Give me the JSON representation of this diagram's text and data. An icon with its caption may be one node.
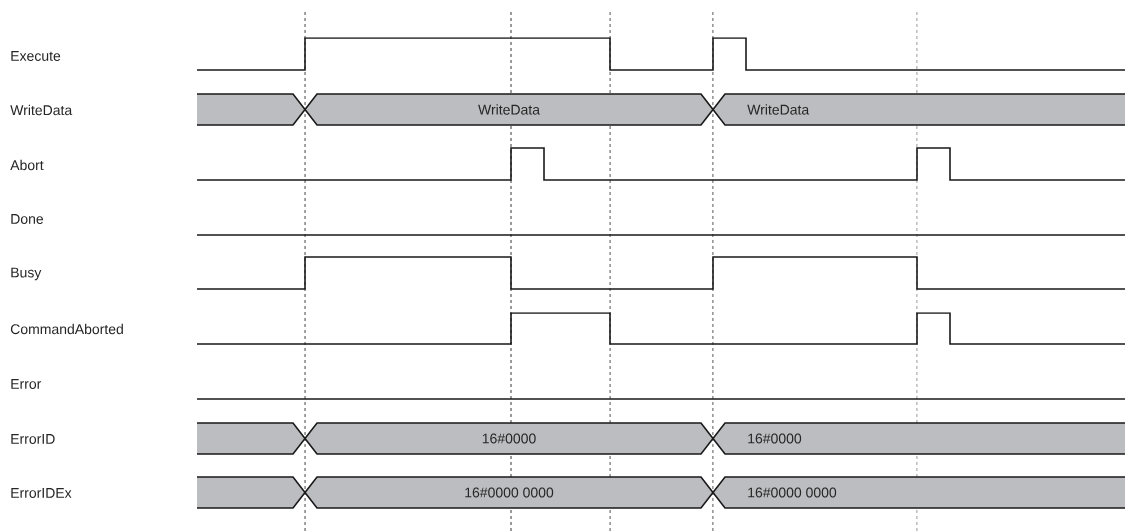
{
  "diagram": {
    "nodes": [
      {
        "text": [],
        "shape": "bar"
      },
      {
        "text": [
          "WriteData"
        ]
      },
      {
        "text": [
          "WriteData"
        ]
      },
      {
        "text": [],
        "shape": "bar"
      },
      {
        "text": [
          "16#0000"
        ]
      },
      {
        "text": [
          "16#0000"
        ]
      },
      {
        "text": [],
        "shape": "bar"
      },
      {
        "text": [
          "16#0000 0000"
        ]
      },
      {
        "text": [
          "16#0000 0000"
        ]
      }
    ],
    "labels": [
      "Execute",
      "WriteData",
      "Abort",
      "Done",
      "Busy",
      "CommandAborted",
      "Error",
      "ErrorID",
      "ErrorIDEx"
    ]
  }
}
